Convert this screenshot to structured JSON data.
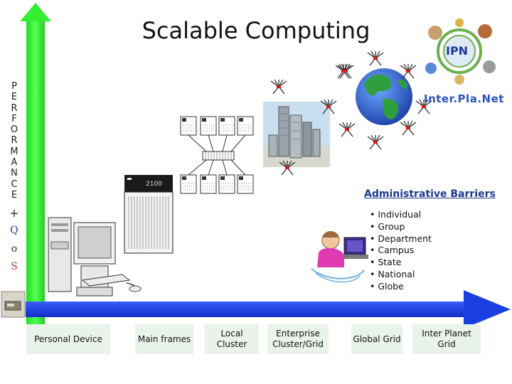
{
  "title": "Scalable Computing",
  "y_axis_letters": [
    "P",
    "E",
    "R",
    "F",
    "O",
    "R",
    "M",
    "A",
    "N",
    "C",
    "E"
  ],
  "qos": {
    "plus": "+",
    "q": "Q",
    "o": "o",
    "s": "S"
  },
  "administrative_barriers": {
    "title": "Administrative Barriers",
    "items": [
      "• Individual",
      "• Group",
      "• Department",
      "• Campus",
      "• State",
      "• National",
      "• Globe"
    ]
  },
  "mainframe_label": "2100",
  "ipn_logo": {
    "badge": "IPN",
    "name": "Inter.Pla.Net"
  },
  "categories": [
    {
      "label": "Personal Device"
    },
    {
      "label": "Main frames"
    },
    {
      "label": "Local Cluster"
    },
    {
      "label": "Enterprise Cluster/Grid"
    },
    {
      "label": "Global Grid"
    },
    {
      "label": "Inter Planet Grid"
    }
  ],
  "colors": {
    "vertical_arrow": "#33ee33",
    "horizontal_arrow": "#1a3fe0",
    "label_bg": "#e9f3e9",
    "admin_title": "#1a3a8f"
  }
}
